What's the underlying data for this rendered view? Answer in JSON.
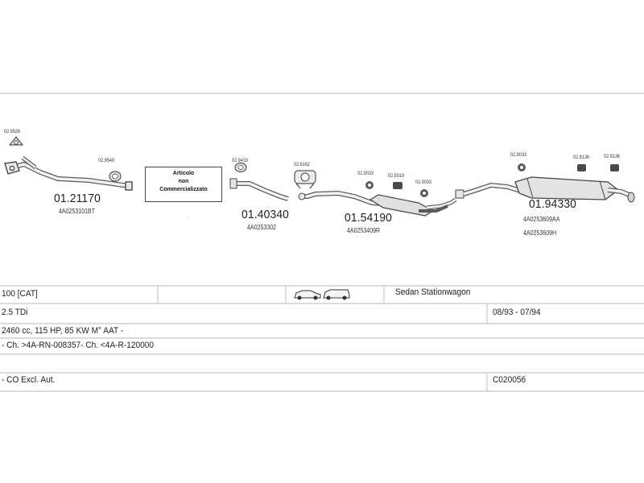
{
  "parts": [
    {
      "ref": "02.9526",
      "name": "gasket"
    },
    {
      "ref": "02.9549",
      "name": "gasket"
    },
    {
      "ref": "02.9433",
      "name": "gasket"
    },
    {
      "ref": "02.8162",
      "name": "mounting"
    },
    {
      "ref": "02.9033",
      "name": "clamp"
    },
    {
      "ref": "02.5019",
      "name": "rubber-mount"
    },
    {
      "ref": "02.9033",
      "name": "clamp"
    },
    {
      "ref": "02.9033",
      "name": "clamp"
    },
    {
      "ref": "02.9136",
      "name": "rubber-mount"
    },
    {
      "ref": "02.9136",
      "name": "rubber-mount"
    }
  ],
  "pipes": [
    {
      "code": "01.21170",
      "oem": "4A0253101BT"
    },
    {
      "code": "01.40340",
      "oem": "4A0253302"
    },
    {
      "code": "01.54190",
      "oem": "4A0253409R"
    },
    {
      "code": "01.94330",
      "oem": "4A0253609AA",
      "oem2": "4A0253609H"
    }
  ],
  "note_box": {
    "line1": "Articolo",
    "line2": "non",
    "line3": "Commercializzato"
  },
  "table": {
    "model": "100  [CAT]",
    "body_types": "Sedan  Stationwagon",
    "engine": "2.5 TDi",
    "years": "08/93 - 07/94",
    "spec": "2460 cc, 115 HP, 85 KW M° AAT -",
    "chassis": "- Ch. >4A-RN-008357- Ch. <4A-R-120000",
    "notes": "- CO Excl. Aut.",
    "catalog_code": "C020056"
  },
  "colors": {
    "line": "#c8c8c8",
    "ink": "#222222",
    "pipe": "#555555"
  }
}
